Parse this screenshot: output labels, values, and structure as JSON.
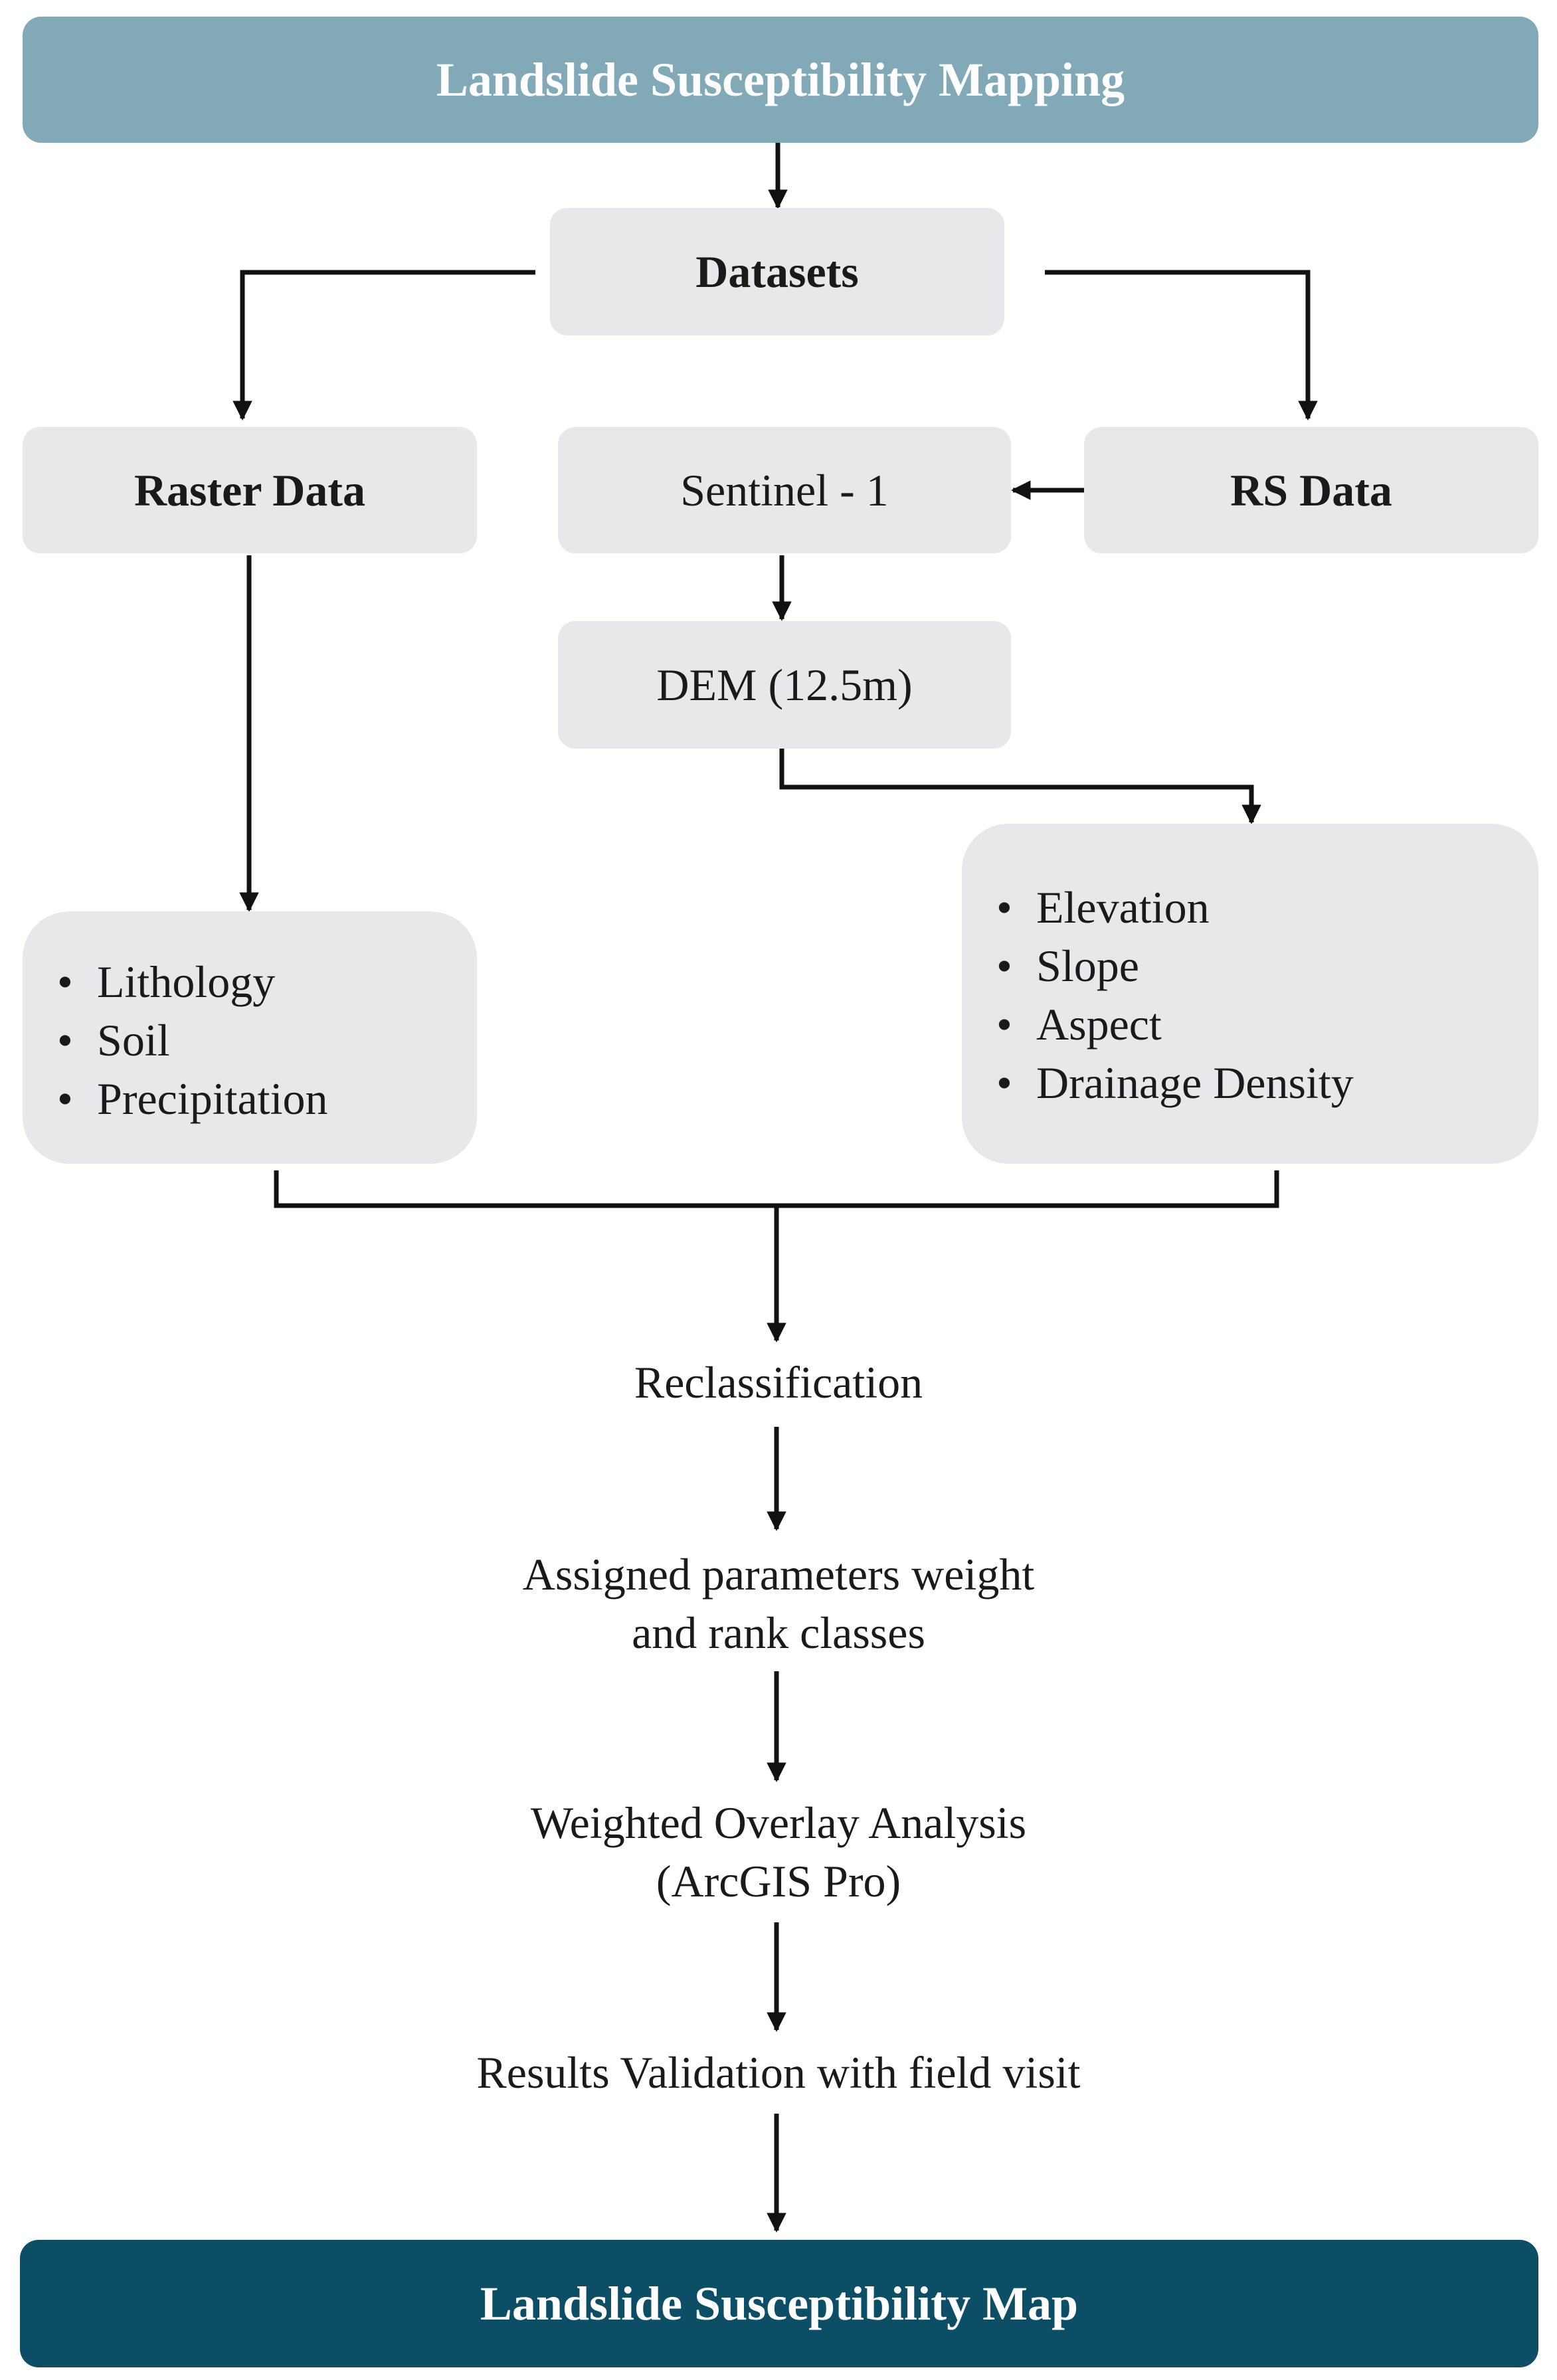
{
  "title": "Landslide Susceptibility Mapping",
  "datasets": "Datasets",
  "raster_data": "Raster Data",
  "sentinel": "Sentinel - 1",
  "rs_data": "RS Data",
  "dem": "DEM (12.5m)",
  "raster_factors": [
    "Lithology",
    "Soil",
    "Precipitation"
  ],
  "dem_factors": [
    "Elevation",
    "Slope",
    "Aspect",
    "Drainage Density"
  ],
  "steps": [
    [
      "Reclassification"
    ],
    [
      "Assigned parameters weight",
      "and rank classes"
    ],
    [
      "Weighted Overlay Analysis",
      "(ArcGIS Pro)"
    ],
    [
      "Results Validation with field visit"
    ]
  ],
  "result": "Landslide Susceptibility Map"
}
